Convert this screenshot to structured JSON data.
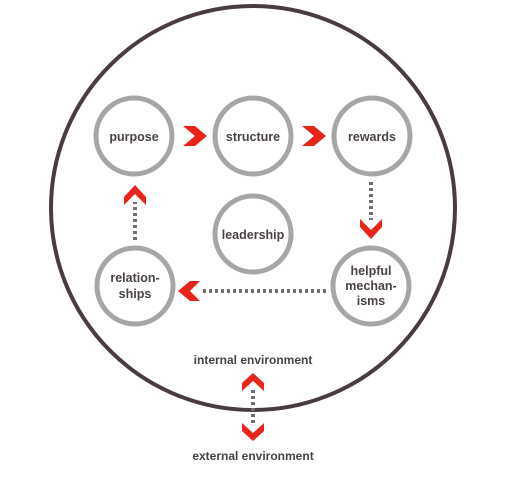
{
  "diagram": {
    "nodes": {
      "purpose": [
        "purpose"
      ],
      "structure": [
        "structure"
      ],
      "rewards": [
        "rewards"
      ],
      "leadership": [
        "leadership"
      ],
      "helpful_mechanisms": [
        "helpful",
        "mechan-",
        "isms"
      ],
      "relationships": [
        "relation-",
        "ships"
      ]
    },
    "labels": {
      "internal_environment": "internal environment",
      "external_environment": "external environment"
    }
  },
  "colors": {
    "outer_ring": "#4a3b3e",
    "node_ring": "#a6a6a6",
    "arrow": "#e8241b",
    "dotted": "#707070",
    "text": "#4a4244"
  }
}
